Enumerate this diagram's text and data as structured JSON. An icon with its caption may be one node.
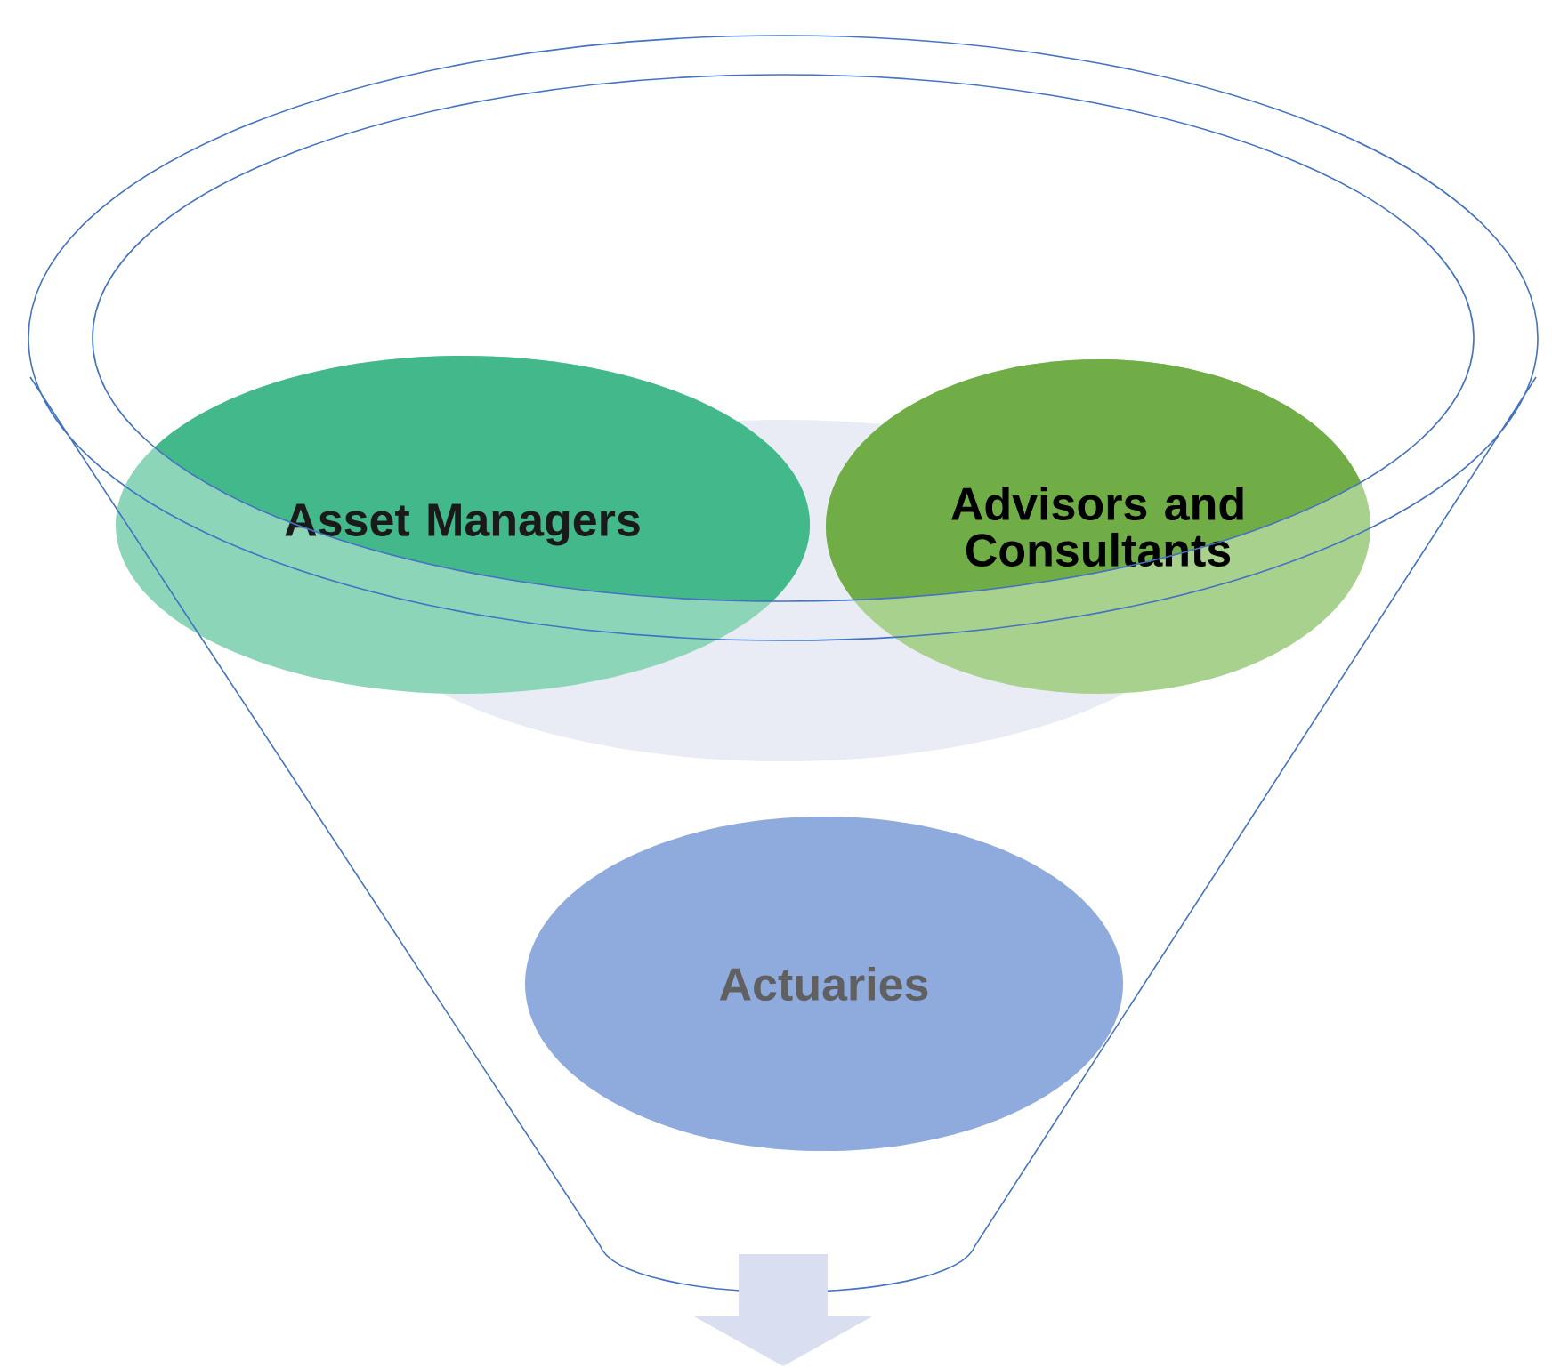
{
  "diagram": {
    "nodes": [
      {
        "text": [
          "Asset Managers"
        ]
      },
      {
        "text": [
          "Advisors and Consultants"
        ]
      },
      {
        "text": [
          "Actuaries"
        ]
      }
    ]
  }
}
